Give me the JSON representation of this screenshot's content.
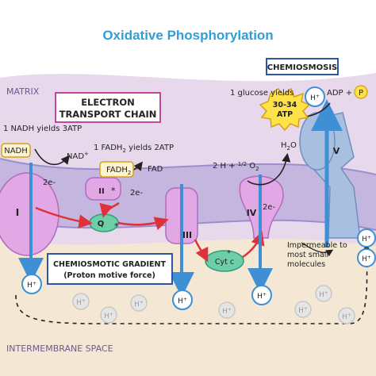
{
  "title": "Oxidative Phosphorylation",
  "regions": {
    "matrix": "MATRIX",
    "intermembrane": "INTERMEMBRANE SPACE"
  },
  "boxes": {
    "etc_line1": "ELECTRON",
    "etc_line2": "TRANSPORT CHAIN",
    "chemiosmosis": "CHEMIOSMOSIS",
    "gradient_line1": "CHEMIOSMOTIC GRADIENT",
    "gradient_line2": "(Proton motive force)"
  },
  "yields": {
    "nadh_yield": "1 NADH yields 3ATP",
    "fadh2_yield": "1 FADH",
    "fadh2_yield_sub": "2",
    "fadh2_yield_rest": " yields 2ATP",
    "glucose_yield": "1 glucose yields",
    "atp_line1": "30-34",
    "atp_line2": "ATP"
  },
  "molecules": {
    "nadh": "NADH",
    "nad": "NAD",
    "nad_sup": "+",
    "fadh2": "FADH",
    "fadh2_sub": "2",
    "fad": "FAD",
    "water_h": "H",
    "water_sub": "2",
    "water_o": "O",
    "oxygen_eq": "2 H + ",
    "oxygen_half": "1/2",
    "oxygen_o": " O",
    "oxygen_sub": "2",
    "adp_p": "ADP + ",
    "p": "P",
    "electron": "2e-",
    "q": "Q",
    "cytc": "Cyt c",
    "proton": "H",
    "proton_sup": "+"
  },
  "complexes": {
    "c1": "I",
    "c2": "II",
    "c3": "III",
    "c4": "IV",
    "c5": "V"
  },
  "notes": {
    "impermeable_1": "Impermeable to",
    "impermeable_2": "most small",
    "impermeable_3": "molecules"
  },
  "colors": {
    "matrix_bg": "#e8d8ec",
    "intermembrane_bg": "#f4e7d3",
    "membrane": "#bdb0dc",
    "complex": "#e2a8e6",
    "atp_synthase": "#a9bfe0",
    "proton_blue": "#3f8fd4",
    "arrow_red": "#e0303a",
    "box_pink": "#c2479c",
    "box_blue": "#2d55a6",
    "q_green": "#6ccfa8"
  }
}
